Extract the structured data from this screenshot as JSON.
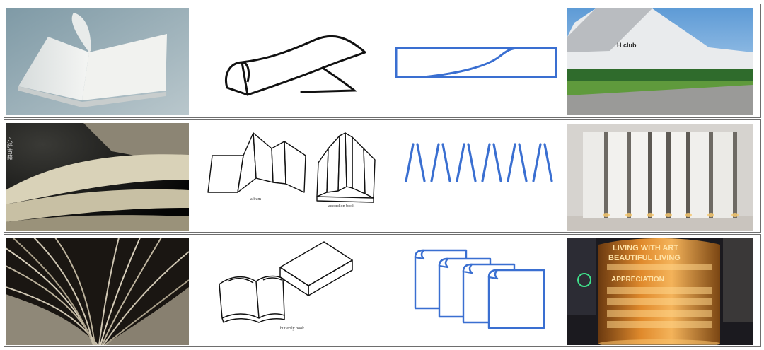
{
  "rows": [
    {
      "photo_left": "open-book-pages-photo",
      "sketch": "curled-page-sketch",
      "diagram": "curve-in-rectangle-diagram",
      "photo_right": "club-building-photo",
      "sign_text": "H club"
    },
    {
      "photo_left": "ancient-book-pages-photo",
      "sketch": "folded-books-sketch",
      "diagram": "zigzag-folds-diagram",
      "photo_right": "folding-panel-wall-photo",
      "captions": {
        "album": "album",
        "accordion": "accordion book"
      },
      "vertical_text": "六经古籍"
    },
    {
      "photo_left": "fanned-pages-photo",
      "sketch": "butterfly-book-sketch",
      "diagram": "stacked-pages-diagram",
      "photo_right": "lettered-cylinder-photo",
      "captions": {
        "butterfly": "butterfly book"
      },
      "cylinder_lines": [
        "LIVING WITH ART",
        "BEAUTIFUL LIVING",
        "APPRECIATION"
      ]
    }
  ],
  "colors": {
    "diagram_blue": "#3a6fd1",
    "border": "#6e6e6e",
    "sketch_ink": "#111111"
  }
}
